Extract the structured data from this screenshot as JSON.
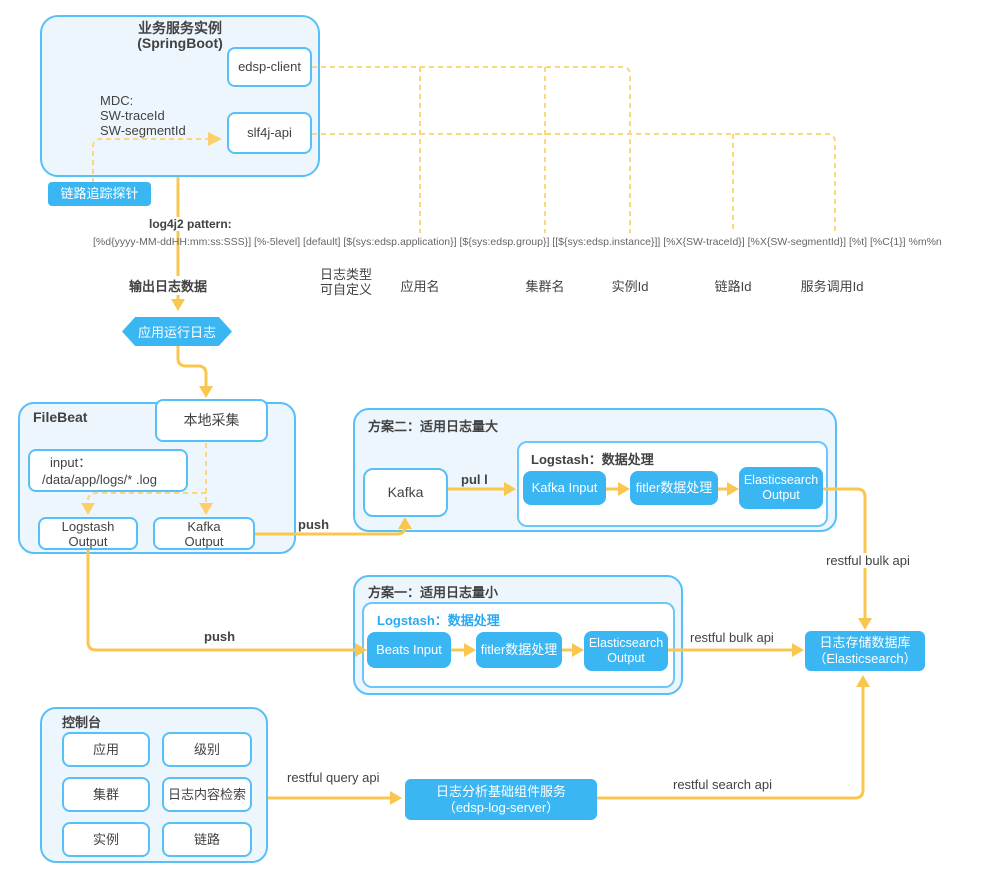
{
  "colors": {
    "accent_blue": "#3ab6f3",
    "border_blue": "#58c0f8",
    "panel_fill": "#edf6fd",
    "arrow_yellow": "#f9c74f",
    "dashed_yellow": "#fcd67d",
    "text_dark": "#424242"
  },
  "springboot": {
    "title1": "业务服务实例",
    "title2": "(SpringBoot)",
    "edsp_client": "edsp-client",
    "slf4j_api": "slf4j-api",
    "mdc1": "MDC:",
    "mdc2": "SW-traceId",
    "mdc3": "SW-segmentId"
  },
  "trace_probe": "链路追踪探针",
  "pattern": {
    "label": "log4j2 pattern:",
    "text": "[%d{yyyy-MM-ddHH:mm:ss:SSS}] [%-5level] [default] [${sys:edsp.application}] [${sys:edsp.group}] [[${sys:edsp.instance}]] [%X{SW-traceId}] [%X{SW-segmentId}] [%t] [%C{1}] %m%n"
  },
  "annotations": {
    "output_log": "输出日志数据",
    "log_type1": "日志类型",
    "log_type2": "可自定义",
    "app_name": "应用名",
    "cluster_name": "集群名",
    "instance_id": "实例Id",
    "trace_id": "链路Id",
    "service_call_id": "服务调用Id"
  },
  "hexagon": "应用运行日志",
  "filebeat": {
    "title": "FileBeat",
    "local_collect": "本地采集",
    "input1": "input：",
    "input2": "/data/app/logs/* .log",
    "logstash_out1": "Logstash",
    "logstash_out2": "Output",
    "kafka_out1": "Kafka",
    "kafka_out2": "Output"
  },
  "scheme2": {
    "title": "方案二：适用日志量大",
    "kafka": "Kafka",
    "logstash_title": "Logstash：数据处理",
    "kafka_input": "Kafka Input",
    "filter": "fitler数据处理",
    "es_out1": "Elasticsearch",
    "es_out2": "Output"
  },
  "scheme1": {
    "title": "方案一：适用日志量小",
    "logstash_title": "Logstash：数据处理",
    "beats_input": "Beats Input",
    "filter": "fitler数据处理",
    "es_out1": "Elasticsearch",
    "es_out2": "Output"
  },
  "storage": {
    "line1": "日志存储数据库",
    "line2": "（Elasticsearch）"
  },
  "console": {
    "title": "控制台",
    "items": [
      "应用",
      "级别",
      "集群",
      "日志内容检索",
      "实例",
      "链路"
    ]
  },
  "log_server": {
    "line1": "日志分析基础组件服务",
    "line2": "（edsp-log-server）"
  },
  "edges": {
    "push_top": "push",
    "pull": "pul l",
    "push_bottom": "push",
    "bulk_top": "restful bulk api",
    "bulk_bottom": "restful bulk api",
    "query": "restful query api",
    "search": "restful search api"
  }
}
